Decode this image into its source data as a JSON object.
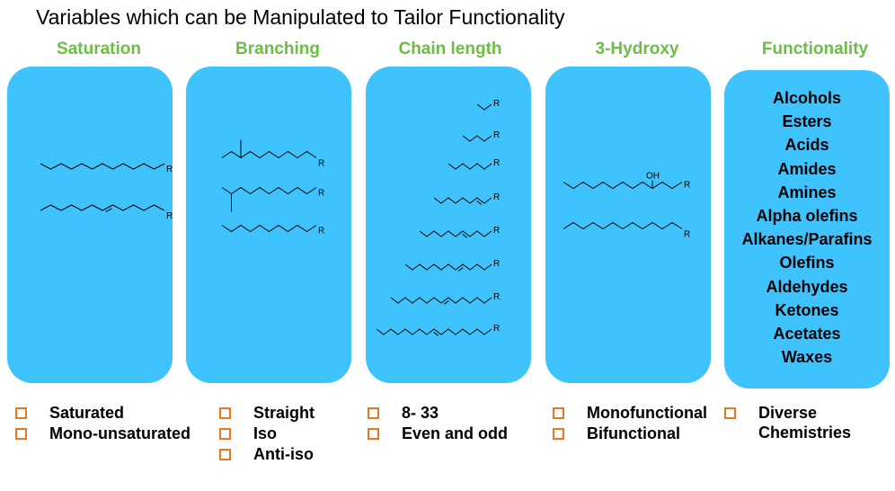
{
  "title": "Variables which can be Manipulated to Tailor Functionality",
  "colors": {
    "heading": "#6cbd45",
    "panel": "#3ec3ff",
    "bullet": "#e87722",
    "structure": "#000000"
  },
  "columns": [
    {
      "heading": "Saturation",
      "bullets": [
        "Saturated",
        "Mono-unsaturated"
      ]
    },
    {
      "heading": "Branching",
      "bullets": [
        "Straight",
        "Iso",
        "Anti-iso"
      ]
    },
    {
      "heading": "Chain length",
      "bullets": [
        "8- 33",
        "Even and odd"
      ]
    },
    {
      "heading": "3-Hydroxy",
      "bullets": [
        "Monofunctional",
        "Bifunctional"
      ]
    },
    {
      "heading": "Functionality",
      "bullets": [
        "Diverse\nChemistries"
      ]
    }
  ],
  "bullet_icon": "square-bullet-icon",
  "functionality_list": [
    "Alcohols",
    "Esters",
    "Acids",
    "Amides",
    "Amines",
    "Alpha olefins",
    "Alkanes/Parafins",
    "Olefins",
    "Aldehydes",
    "Ketones",
    "Acetates",
    "Waxes"
  ],
  "structure_labels": {
    "r_group": "R",
    "hydroxyl": "OH"
  }
}
